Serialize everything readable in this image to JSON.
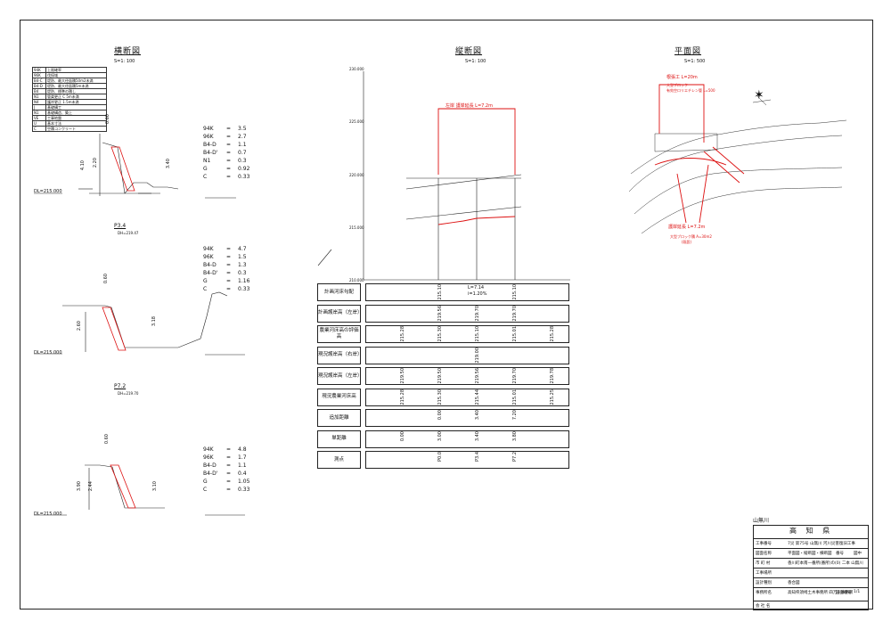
{
  "river_name": "山無川",
  "cross": {
    "title": "横断図",
    "scale": "S=1: 100",
    "legend": [
      [
        "94K",
        "上限確率"
      ],
      [
        "96K",
        "伐採域"
      ],
      [
        "B4-C",
        "堤防、最大径面積50m2未満"
      ],
      [
        "B4-D",
        "堤防、最大径面積5m未満"
      ],
      [
        "B4",
        "堤防、標準の積し"
      ],
      [
        "N1",
        "管渠更正 C 5m未満"
      ],
      [
        "N4",
        "護岸更正 1.5m未満"
      ],
      [
        "J",
        "基礎構工"
      ],
      [
        "N1",
        "基礎構造、築上"
      ],
      [
        "VE",
        "工事地盤"
      ],
      [
        "U",
        "基本寸法"
      ],
      [
        "C",
        "空積コンクリート"
      ]
    ],
    "sections": [
      {
        "name": "",
        "dl": "DL=215.000",
        "slope": "0.60",
        "heights": [
          "4.10",
          "2.20",
          "3.40"
        ],
        "params": [
          [
            "94K",
            "=",
            "3.5"
          ],
          [
            "96K",
            "=",
            "2.7"
          ],
          [
            "B4-D",
            "=",
            "1.1"
          ],
          [
            "B4-D'",
            "=",
            "0.7"
          ],
          [
            "N1",
            "=",
            "0.3"
          ],
          [
            "G",
            "=",
            "0.92"
          ],
          [
            "C",
            "=",
            "0.33"
          ]
        ]
      },
      {
        "name": "P3.4",
        "sub": "DH=219.47",
        "dl": "DL=215.000",
        "slope": "0.60",
        "heights": [
          "2.60",
          "3.18"
        ],
        "params": [
          [
            "94K",
            "=",
            "4.7"
          ],
          [
            "96K",
            "=",
            "1.5"
          ],
          [
            "B4-D",
            "=",
            "1.3"
          ],
          [
            "B4-D'",
            "=",
            "0.3"
          ],
          [
            "G",
            "=",
            "1.16"
          ],
          [
            "C",
            "=",
            "0.33"
          ]
        ]
      },
      {
        "name": "P7.2",
        "sub": "DH=219.70",
        "dl": "DL=215.000",
        "slope": "0.60",
        "heights": [
          "3.90",
          "2.44",
          "3.10"
        ],
        "params": [
          [
            "94K",
            "=",
            "4.8"
          ],
          [
            "96K",
            "=",
            "1.7"
          ],
          [
            "B4-D",
            "=",
            "1.1"
          ],
          [
            "B4-D'",
            "=",
            "0.4"
          ],
          [
            "G",
            "=",
            "1.05"
          ],
          [
            "C",
            "=",
            "0.33"
          ]
        ]
      }
    ]
  },
  "long": {
    "title": "縦断図",
    "scale": "S=1: 100",
    "elev": [
      "230.000",
      "225.000",
      "220.000",
      "215.000",
      "210.000"
    ],
    "red_label": "左岸 護岸延長 L=7.2m",
    "slope_label": "L=7.14",
    "slope_sub": "i=1.20%",
    "rows": [
      {
        "label": "計画河床勾配",
        "vals": [
          "215.10",
          "",
          "215.10"
        ]
      },
      {
        "label": "計画護岸高（左岸）",
        "vals": [
          "219.56",
          "219.70",
          "219.70"
        ]
      },
      {
        "label": "農業河床高の評価高",
        "vals": [
          "215.28",
          "215.30",
          "215.10",
          "215.01",
          "215.28"
        ]
      },
      {
        "label": "現況護岸高（右岸）",
        "vals": [
          "",
          "219.00",
          ""
        ]
      },
      {
        "label": "現況護岸高（左岸）",
        "vals": [
          "219.50",
          "219.50",
          "219.56",
          "219.70",
          "219.78"
        ]
      },
      {
        "label": "現況農業河床高",
        "vals": [
          "215.28",
          "215.30",
          "215.44",
          "215.01",
          "215.25"
        ]
      },
      {
        "label": "追加距離",
        "vals": [
          "0.00",
          "3.40",
          "7.20"
        ]
      },
      {
        "label": "単距離",
        "vals": [
          "0.00",
          "3.00",
          "3.40",
          "3.80"
        ]
      },
      {
        "label": "測点",
        "vals": [
          "P0.0",
          "P3.4",
          "P7.2"
        ]
      }
    ]
  },
  "plan": {
    "title": "平面図",
    "scale": "S=1: 500",
    "note1": "根張工 L=20m",
    "note1b": "大型ブロック",
    "note1c": "有効空ロリエチレン管 L=500",
    "note2": "護岸延長 L=7.2m",
    "note2b": "大型ブロック積 A=30m2",
    "note2c": "(既設)"
  },
  "title_block": {
    "pref": "高 知 県",
    "rows": [
      [
        "工事番号",
        "7災 第75号 山無川 河川災害復旧工事",
        ""
      ],
      [
        "図面名称",
        "平面図・縦断図・横断図",
        "番号",
        "図中"
      ],
      [
        "市 町 村",
        "香川町本南一番所(番所)の(0) 二本 山無川",
        ""
      ],
      [
        "工事場所",
        "",
        ""
      ],
      [
        "設計種別",
        "香合図",
        ""
      ],
      [
        "事務所名",
        "高知県須崎土木事務所 四万十事務所",
        "図面番号",
        "1/1"
      ],
      [
        "会 社 名",
        "",
        ""
      ]
    ]
  }
}
